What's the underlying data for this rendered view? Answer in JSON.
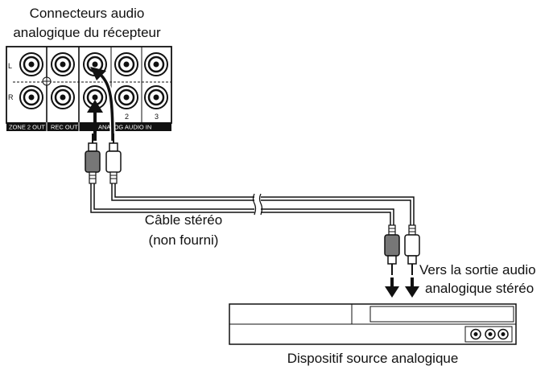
{
  "receiver": {
    "title_line1": "Connecteurs audio",
    "title_line2": "analogique du récepteur",
    "row_left_label": "L",
    "row_right_label": "R",
    "strip_zone2": "ZONE 2 OUT",
    "strip_rec": "REC OUT",
    "strip_analog": "ANALOG AUDIO IN",
    "input_num_2": "2",
    "input_num_3": "3"
  },
  "cable": {
    "label_line1": "Câble stéréo",
    "label_line2": "(non fourni)"
  },
  "output_note": {
    "line1": "Vers la sortie audio",
    "line2": "analogique stéréo"
  },
  "source_device": {
    "label": "Dispositif source analogique"
  }
}
